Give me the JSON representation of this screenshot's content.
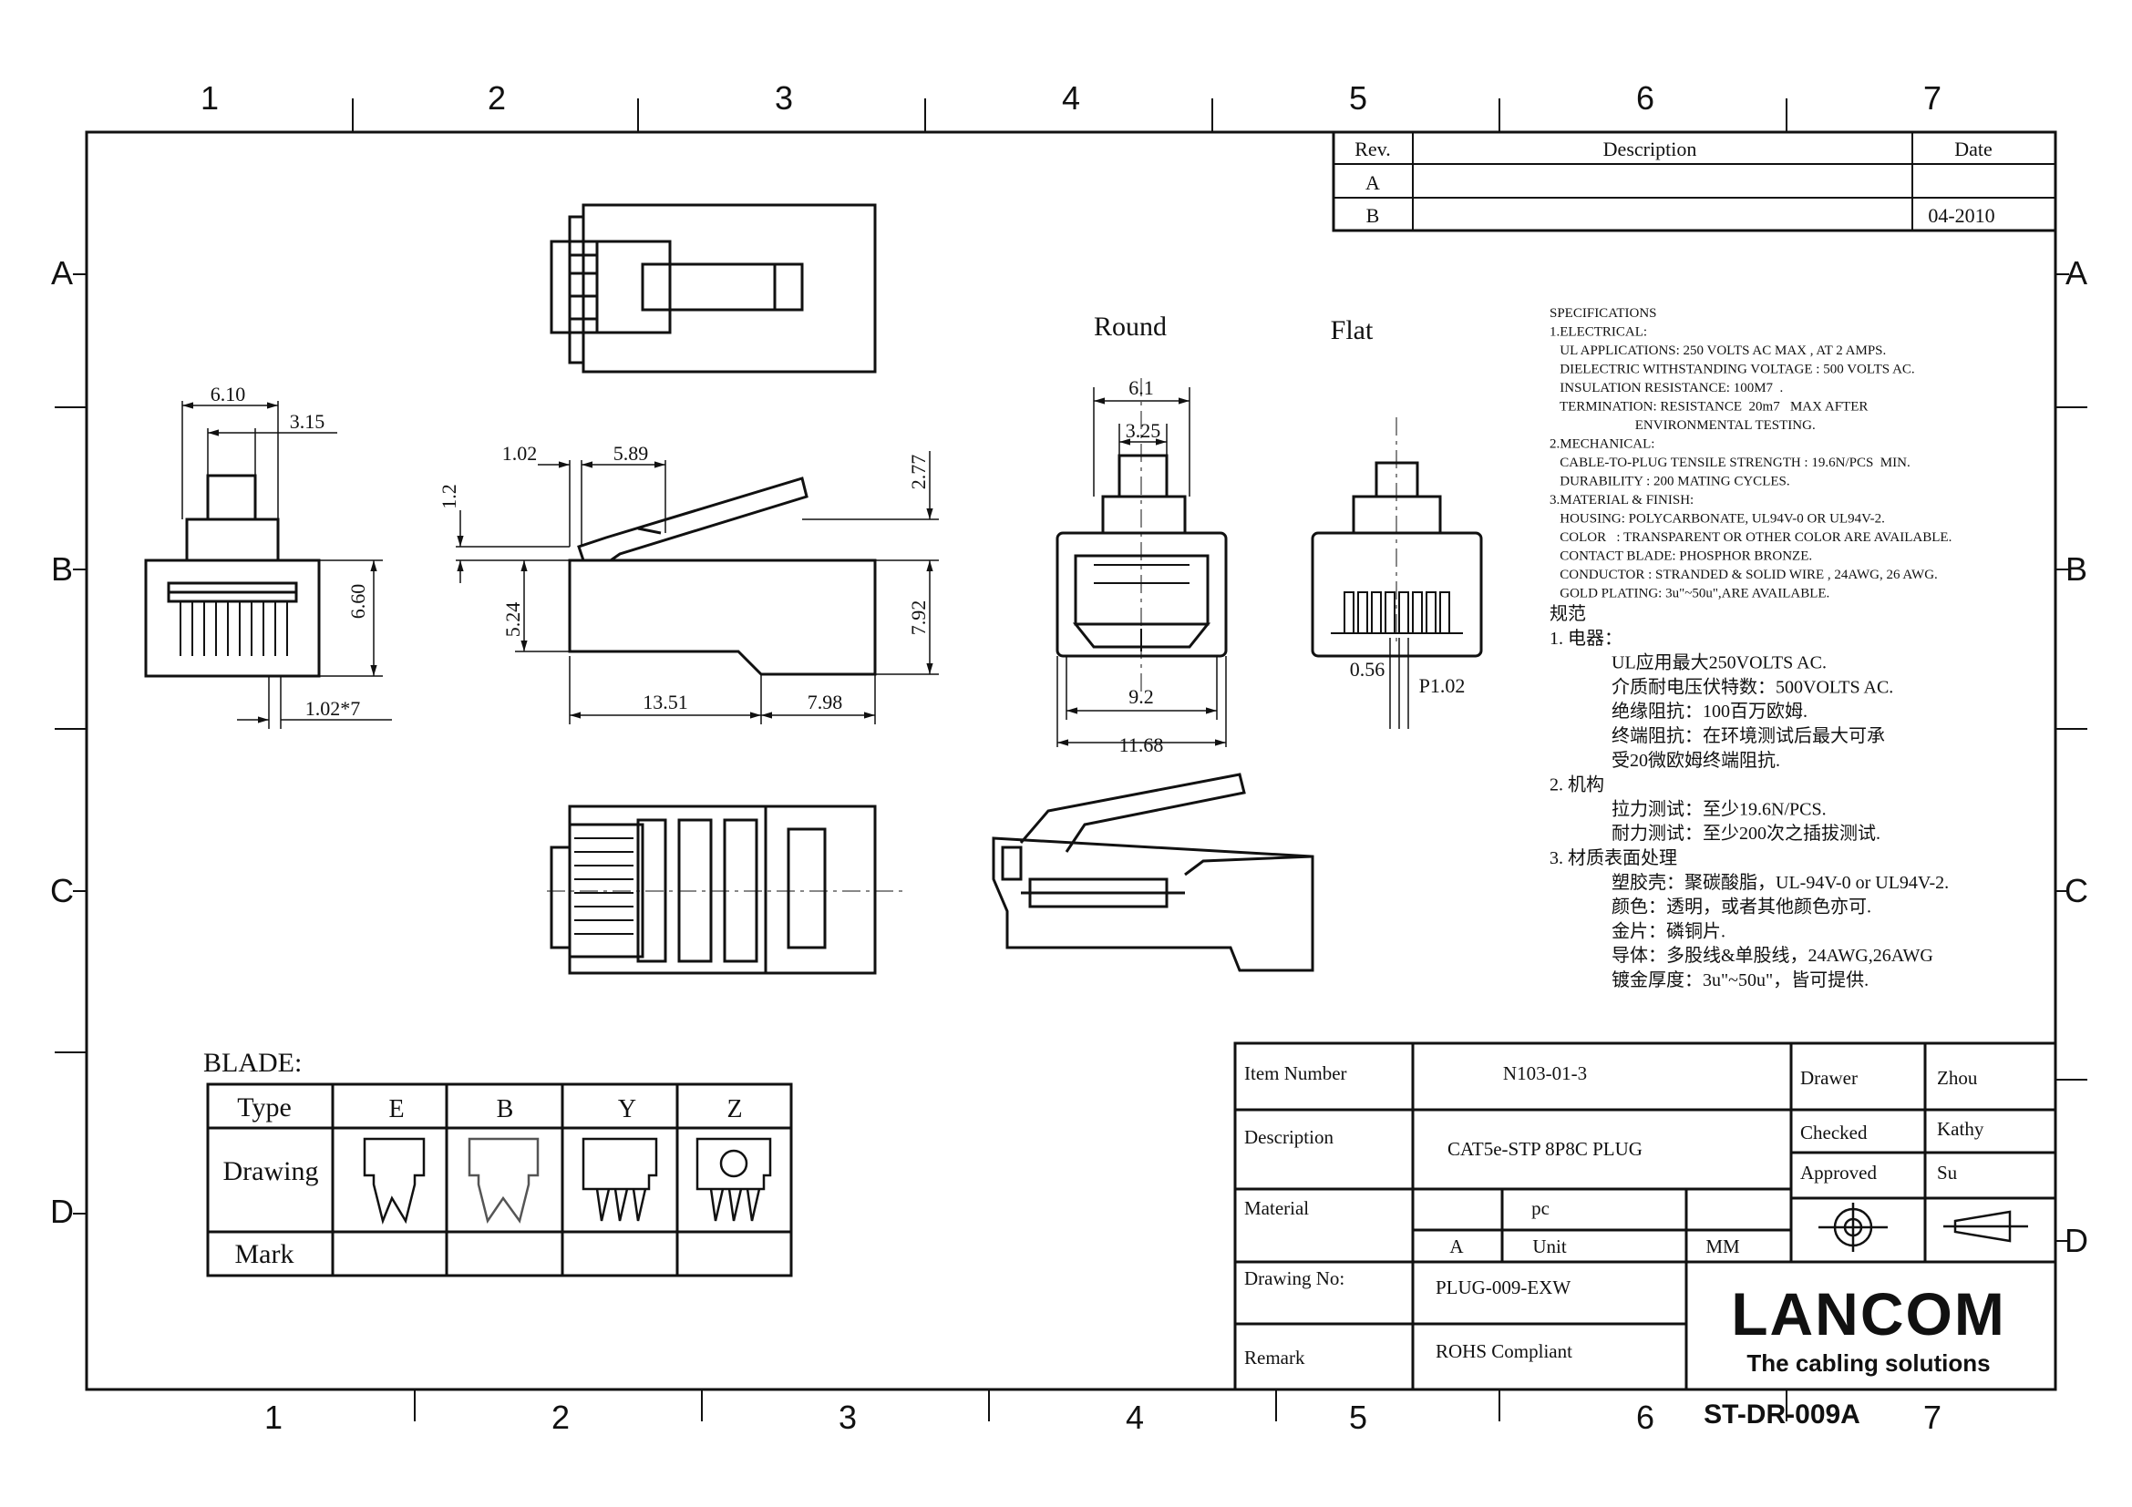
{
  "zones": {
    "columns": [
      "1",
      "2",
      "3",
      "4",
      "5",
      "6",
      "7"
    ],
    "rows": [
      "A",
      "B",
      "C",
      "D"
    ]
  },
  "revision_table": {
    "headers": {
      "rev": "Rev.",
      "description": "Description",
      "date": "Date"
    },
    "rows": [
      {
        "rev": "A",
        "description": "",
        "date": ""
      },
      {
        "rev": "B",
        "description": "",
        "date": "04-2010"
      }
    ]
  },
  "views": {
    "round_label": "Round",
    "flat_label": "Flat"
  },
  "dimensions": {
    "front_width": "6.10",
    "front_offset": "3.15",
    "front_height": "6.60",
    "front_pitch": "1.02*7",
    "side_1": "1.02",
    "side_2": "5.89",
    "side_3": "1.2",
    "side_4": "2.77",
    "side_5": "5.24",
    "side_6": "7.92",
    "side_7": "13.51",
    "side_8": "7.98",
    "round_1": "6.1",
    "round_2": "3.25",
    "round_3": "9.2",
    "round_4": "11.68",
    "flat_1": "0.56",
    "flat_2": "P1.02"
  },
  "specifications_en": [
    "SPECIFICATIONS",
    "1.ELECTRICAL:",
    "   UL APPLICATIONS: 250 VOLTS AC MAX , AT 2 AMPS.",
    "   DIELECTRIC WITHSTANDING VOLTAGE : 500 VOLTS AC.",
    "   INSULATION RESISTANCE: 100M7  .",
    "   TERMINATION: RESISTANCE  20m7   MAX AFTER",
    "                         ENVIRONMENTAL TESTING.",
    "2.MECHANICAL:",
    "   CABLE-TO-PLUG TENSILE STRENGTH : 19.6N/PCS  MIN.",
    "   DURABILITY : 200 MATING CYCLES.",
    "3.MATERIAL & FINISH:",
    "   HOUSING: POLYCARBONATE, UL94V-0 OR UL94V-2.",
    "   COLOR   : TRANSPARENT OR OTHER COLOR ARE AVAILABLE.",
    "   CONTACT BLADE: PHOSPHOR BRONZE.",
    "   CONDUCTOR : STRANDED & SOLID WIRE , 24AWG, 26 AWG.",
    "   GOLD PLATING: 3u\"~50u\",ARE AVAILABLE."
  ],
  "specifications_cn": [
    {
      "text": "规范",
      "indent": 0
    },
    {
      "text": "1. 电器：",
      "indent": 0
    },
    {
      "text": "UL应用最大250VOLTS AC.",
      "indent": 1
    },
    {
      "text": "介质耐电压伏特数：500VOLTS AC.",
      "indent": 1
    },
    {
      "text": "绝缘阻抗：100百万欧姆.",
      "indent": 1
    },
    {
      "text": "终端阻抗：在环境测试后最大可承",
      "indent": 1
    },
    {
      "text": "受20微欧姆终端阻抗.",
      "indent": 1
    },
    {
      "text": "2. 机构",
      "indent": 0
    },
    {
      "text": "拉力测试：至少19.6N/PCS.",
      "indent": 1
    },
    {
      "text": "耐力测试：至少200次之插拔测试.",
      "indent": 1
    },
    {
      "text": "3. 材质表面处理",
      "indent": 0
    },
    {
      "text": "塑胶壳：聚碳酸脂，UL-94V-0 or UL94V-2.",
      "indent": 1
    },
    {
      "text": "颜色：透明，或者其他颜色亦可.",
      "indent": 1
    },
    {
      "text": "金片：磷铜片.",
      "indent": 1
    },
    {
      "text": "导体：多股线&单股线，24AWG,26AWG",
      "indent": 1
    },
    {
      "text": "镀金厚度：3u\"~50u\"，皆可提供.",
      "indent": 1
    }
  ],
  "blade": {
    "title": "BLADE:",
    "row_labels": {
      "type": "Type",
      "drawing": "Drawing",
      "mark": "Mark"
    },
    "types": [
      "E",
      "B",
      "Y",
      "Z"
    ]
  },
  "title_block": {
    "item_number_label": "Item Number",
    "item_number": "N103-01-3",
    "description_label": "Description",
    "description": "CAT5e-STP 8P8C PLUG",
    "material_label": "Material",
    "material_unit_value": "pc",
    "scale_value": "A",
    "unit_label": "Unit",
    "unit_value": "MM",
    "drawing_no_label": "Drawing  No:",
    "drawing_no": "PLUG-009-EXW",
    "remark_label": "Remark",
    "remark": "ROHS Compliant",
    "drawer_label": "Drawer",
    "drawer": "Zhou",
    "checked_label": "Checked",
    "checked": "Kathy",
    "approved_label": "Approved",
    "approved": "Su"
  },
  "logo": {
    "brand": "LANCOM",
    "tagline": "The cabling solutions"
  },
  "sheet_code": "ST-DR-009A"
}
